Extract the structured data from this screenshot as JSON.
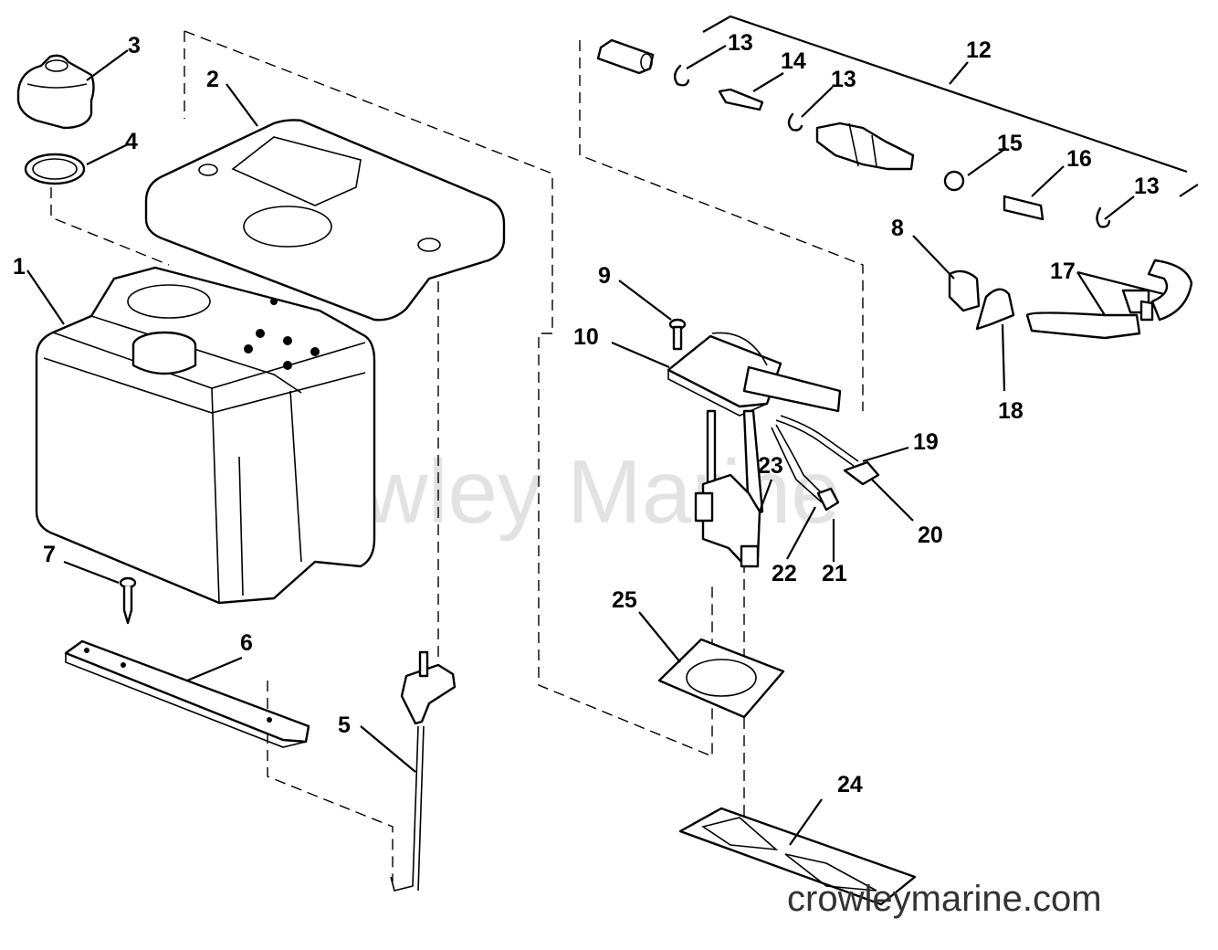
{
  "diagram": {
    "watermark": "Crowley Marine",
    "website": "crowleymarine.com",
    "callouts": [
      {
        "id": "1",
        "label": "1"
      },
      {
        "id": "2",
        "label": "2"
      },
      {
        "id": "3",
        "label": "3"
      },
      {
        "id": "4",
        "label": "4"
      },
      {
        "id": "5",
        "label": "5"
      },
      {
        "id": "6",
        "label": "6"
      },
      {
        "id": "7",
        "label": "7"
      },
      {
        "id": "8",
        "label": "8"
      },
      {
        "id": "9",
        "label": "9"
      },
      {
        "id": "10",
        "label": "10"
      },
      {
        "id": "12",
        "label": "12"
      },
      {
        "id": "13a",
        "label": "13"
      },
      {
        "id": "13b",
        "label": "13"
      },
      {
        "id": "13c",
        "label": "13"
      },
      {
        "id": "14",
        "label": "14"
      },
      {
        "id": "15",
        "label": "15"
      },
      {
        "id": "16",
        "label": "16"
      },
      {
        "id": "17",
        "label": "17"
      },
      {
        "id": "18",
        "label": "18"
      },
      {
        "id": "19",
        "label": "19"
      },
      {
        "id": "20",
        "label": "20"
      },
      {
        "id": "21",
        "label": "21"
      },
      {
        "id": "22",
        "label": "22"
      },
      {
        "id": "23",
        "label": "23"
      },
      {
        "id": "24",
        "label": "24"
      },
      {
        "id": "25",
        "label": "25"
      }
    ]
  }
}
